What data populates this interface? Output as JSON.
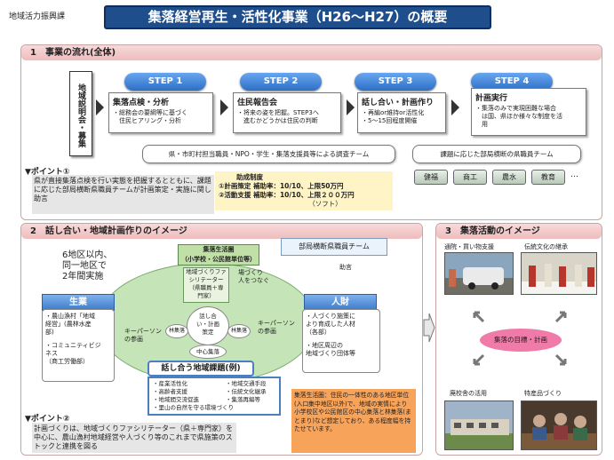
{
  "header": {
    "dept": "地域活力振興課",
    "title": "集落経営再生・活性化事業（H26〜H27）の概要"
  },
  "section1": {
    "title": "1　事業の流れ(全体)",
    "left_box": "地域説明会・募集",
    "steps": [
      {
        "label": "STEP 1",
        "heading": "集落点検・分析",
        "lines": [
          "・総務会の要綱等に基づく",
          "　住民ヒアリング・分析"
        ]
      },
      {
        "label": "STEP 2",
        "heading": "住民報告会",
        "lines": [
          "・将来の姿を把握。STEP3へ",
          "　進むかどうかは住民の判断"
        ]
      },
      {
        "label": "STEP 3",
        "heading": "話し合い・計画作り",
        "lines": [
          "・再編or維持or活性化",
          "・5〜15回程度開催"
        ]
      },
      {
        "label": "STEP 4",
        "heading": "計画実行",
        "lines": [
          "・集落のみで実現困難な場合",
          "　は国、県ほか様々な制度を活",
          "　用"
        ]
      }
    ],
    "survey_team": "県・市町村担当職員・NPO・学生・集落支援員等による調査チーム",
    "issue_team": "課題に応じた部局横断の県職員チーム",
    "point1_title": "▼ポイント①",
    "point1_text": "県が直接集落点検を行い実態を把握するとともに、課題に応じた部局横断県職員チームが計画策定・実施に関し助言",
    "subsidy_title": "助成制度",
    "subsidy_lines": [
      "①計画策定  補助率：10/10、上限50万円",
      "②活動支援  補助率：10/10、上限２００万円",
      "　　　　　　　　　　　　　　（ソフト）"
    ],
    "categories": [
      "健福",
      "商工",
      "農水",
      "教育"
    ],
    "ellipsis": "…"
  },
  "section2": {
    "title": "2　話し合い・地域計画作りのイメージ",
    "area_note": [
      "6地区以内、",
      "同一地区で",
      "2年間実施"
    ],
    "core_title": [
      "集落生活圏",
      "（小学校・公民館単位等）"
    ],
    "dept_team": "部局横断県職員チーム",
    "advice": "助言",
    "facilitator": [
      "地域づくりファ",
      "シリテーター",
      "（県職員＋専",
      "門家）"
    ],
    "hito": [
      "場づくり",
      "人をつなぐ"
    ],
    "center": [
      "話し合",
      "い・計画",
      "策定"
    ],
    "nodes": [
      "林集落",
      "林集落",
      "中心集落"
    ],
    "keyperson_left": [
      "キーパーソン",
      "の参画"
    ],
    "keyperson_right": [
      "キーパーソン",
      "の参画"
    ],
    "sangyo": "生業",
    "sangyo_items": [
      "・農山漁村「地域",
      "経営」(農林水産",
      "部)",
      "",
      "・コミュニティビジ",
      "ネス",
      "（商工労働部）"
    ],
    "jinzai": "人財",
    "jinzai_items": [
      "・人づくり施策に",
      "より育成した人材",
      "（各部）",
      "",
      "・地区周辺の",
      "地域づくり団体等"
    ],
    "issues_title": "話し合う地域課題(例)",
    "issues_left": [
      "・産業活性化",
      "・高齢者支援",
      "・地域間交流促進",
      "・里山の自然を守る環境づくり"
    ],
    "issues_right": [
      "・地域交通手段",
      "・伝統文化継承",
      "・集落再編等"
    ],
    "note_box": "集落生活圏：住民の一体性のある地区単位(入口集中地区以外)で、地域の実情により小学校区や公民館区の中心集落と林集落(まとまり)など想定しており、ある程度幅を持たせています。",
    "point2_title": "▼ポイント②",
    "point2_text": "計画づくりは、地域づくりファシリテーター（県＋専門家）を中心に、農山漁村地域経営や人づくり等のこれまで県施策のストックと連携を図る"
  },
  "section3": {
    "title": "3　集落活動のイメージ",
    "captions": [
      "通院・買い物支援",
      "伝統文化の継承",
      "廃校舎の活用",
      "特産品づくり"
    ],
    "goal": "集落の目標・計画"
  },
  "colors": {
    "title_bg": "#1f4e8c",
    "step": "#2c6fc5",
    "panel_head": "#efbcbc",
    "green": "#b8d8a8",
    "goal": "#f07aa8"
  }
}
